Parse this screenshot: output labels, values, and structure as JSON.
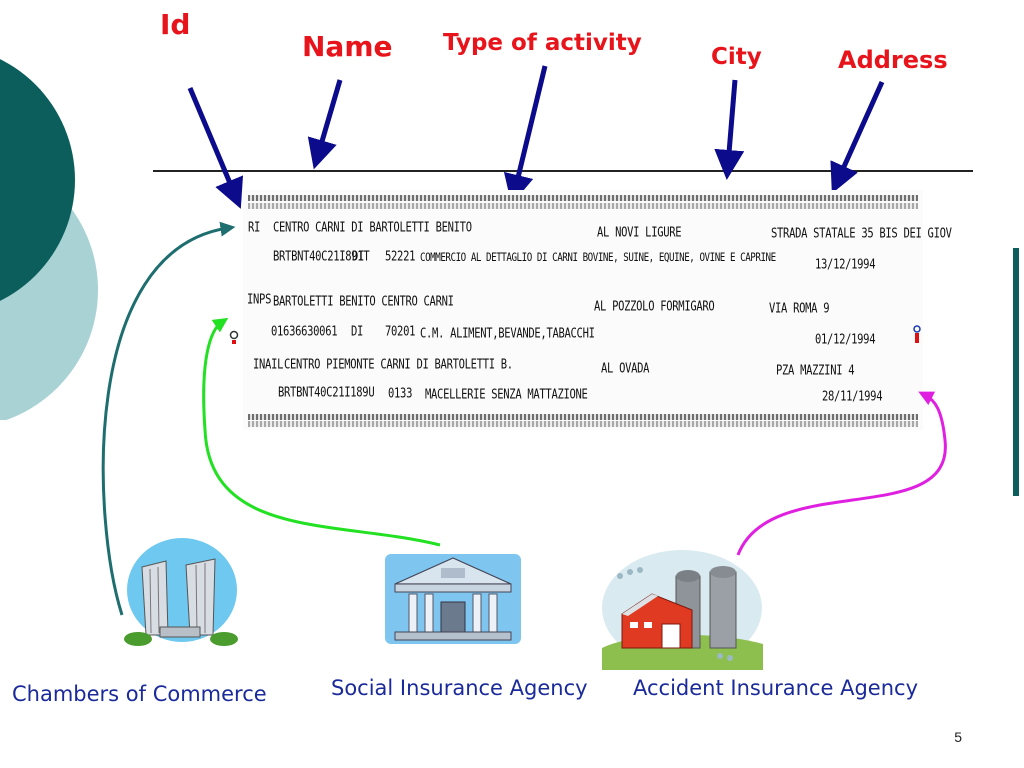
{
  "slide": {
    "page_number": "5"
  },
  "field_labels": {
    "id": "Id",
    "name": "Name",
    "type_of_activity": "Type of activity",
    "city": "City",
    "address": "Address"
  },
  "records": [
    {
      "line1": {
        "id": "RI",
        "name": "CENTRO CARNI DI BARTOLETTI BENITO",
        "city": "AL NOVI LIGURE",
        "address": "STRADA STATALE 35 BIS DEI GIOV"
      },
      "line2": {
        "code": "BRTBNT40C21I891T",
        "type": "DI",
        "activity_code": "52221",
        "activity": "COMMERCIO AL DETTAGLIO DI CARNI BOVINE, SUINE, EQUINE, OVINE E CAPRINE",
        "date": "13/12/1994"
      }
    },
    {
      "line1": {
        "id": "INPS",
        "name": "BARTOLETTI BENITO CENTRO CARNI",
        "city": "AL POZZOLO FORMIGARO",
        "address": "VIA ROMA 9"
      },
      "line2": {
        "code": "01636630061",
        "type": "DI",
        "activity_code": "70201",
        "activity": "C.M. ALIMENT,BEVANDE,TABACCHI",
        "date": "01/12/1994"
      }
    },
    {
      "line1": {
        "id": "INAIL",
        "name": "CENTRO PIEMONTE CARNI DI BARTOLETTI B.",
        "city": "AL OVADA",
        "address": "PZA MAZZINI 4"
      },
      "line2": {
        "code": "BRTBNT40C21I189U",
        "activity_code": "0133",
        "activity": "MACELLERIE SENZA MATTAZIONE",
        "date": "28/11/1994"
      }
    }
  ],
  "sources": {
    "chambers": "Chambers of Commerce",
    "social": "Social Insurance Agency",
    "accident": "Accident Insurance Agency"
  },
  "colors": {
    "title_red": "#e8141b",
    "arrow_blue": "#0b0b8c",
    "label_blue": "#1a2a9a",
    "teal_dark": "#0b5e5c",
    "teal_light": "#a9d2d4",
    "arrow_teal": "#1e6e70",
    "arrow_green": "#22e022",
    "arrow_magenta": "#e020e0"
  }
}
